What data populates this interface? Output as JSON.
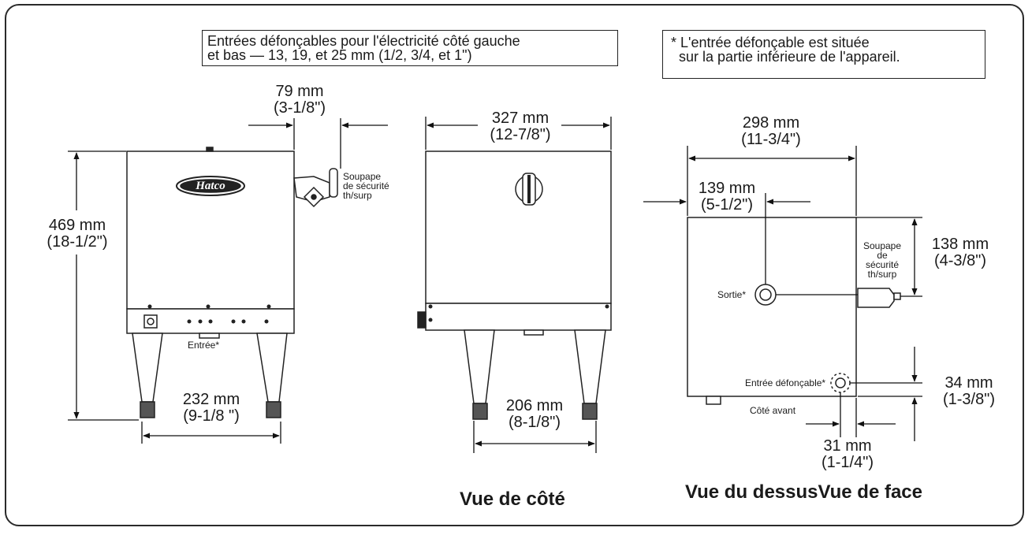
{
  "notes": {
    "knockouts_line1": "Entrées défonçables pour l'électricité côté gauche",
    "knockouts_line2": "et bas — 13, 19, et 25 mm (1/2, 3/4, et 1\")",
    "bottom_line1": "* L'entrée défonçable est située",
    "bottom_line2": "sur la partie inférieure de l'appareil."
  },
  "front": {
    "logo": "Hatco",
    "dim_79_mm": "79 mm",
    "dim_79_in": "(3-1/8\")",
    "dim_469_mm": "469 mm",
    "dim_469_in": "(18-1/2\")",
    "dim_232_mm": "232 mm",
    "dim_232_in": "(9-1/8 \")",
    "valve_l1": "Soupape",
    "valve_l2": "de sécurité",
    "valve_l3": "th/surp",
    "inlet": "Entrée*"
  },
  "side": {
    "dim_327_mm": "327 mm",
    "dim_327_in": "(12-7/8\")",
    "dim_206_mm": "206 mm",
    "dim_206_in": "(8-1/8\")"
  },
  "top": {
    "dim_298_mm": "298 mm",
    "dim_298_in": "(11-3/4\")",
    "dim_139_mm": "139 mm",
    "dim_139_in": "(5-1/2\")",
    "dim_138_mm": "138 mm",
    "dim_138_in": "(4-3/8\")",
    "dim_34_mm": "34 mm",
    "dim_34_in": "(1-3/8\")",
    "dim_31_mm": "31 mm",
    "dim_31_in": "(1-1/4\")",
    "valve_l1": "Soupape",
    "valve_l2": "de",
    "valve_l3": "sécurité",
    "valve_l4": "th/surp",
    "outlet": "Sortie*",
    "knockout": "Entrée défonçable*",
    "front_side": "Côté avant"
  },
  "views": {
    "side_title": "Vue de côté",
    "top_front_title": "Vue du dessusVue de face"
  }
}
